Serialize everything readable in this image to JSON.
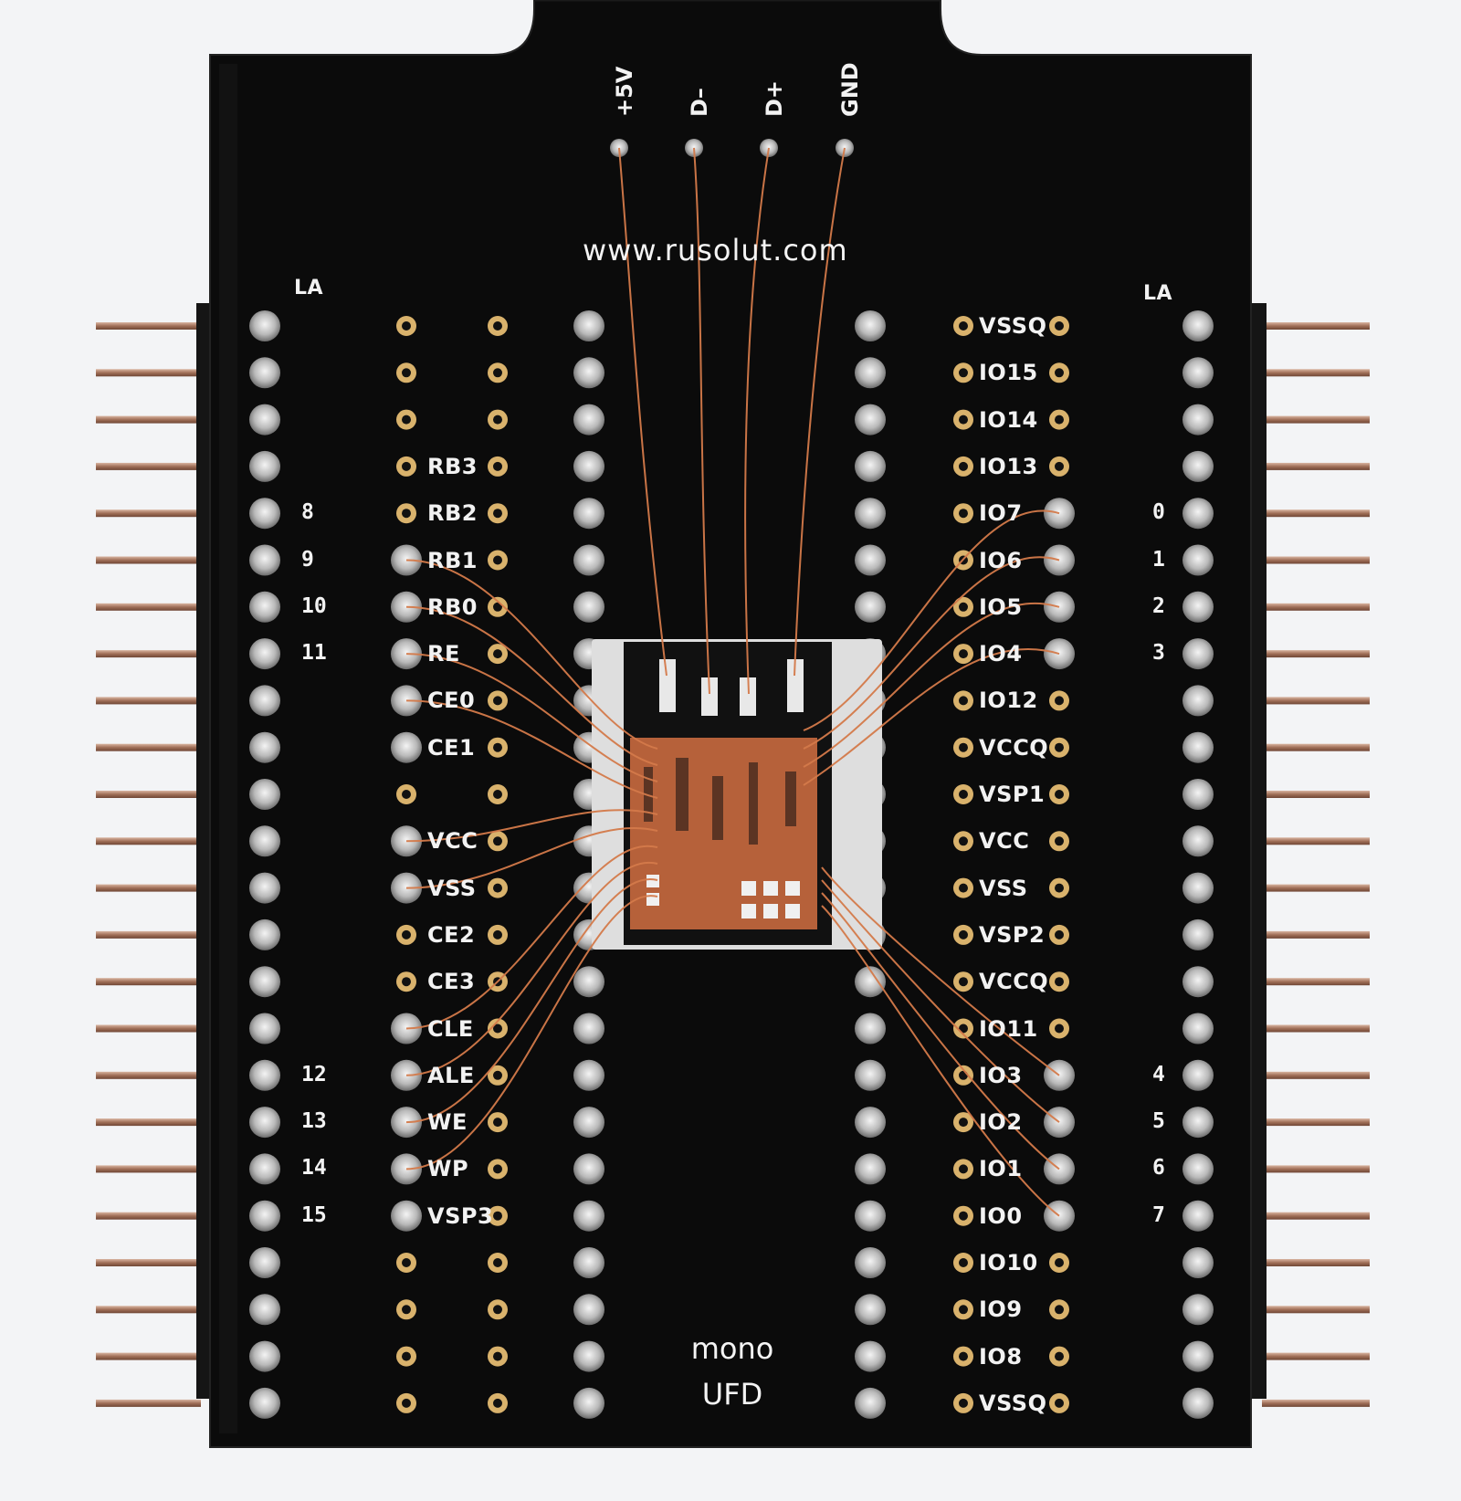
{
  "board": {
    "url": "www.rusolut.com",
    "brand_line1": "mono",
    "brand_line2": "UFD",
    "la_left": "LA",
    "la_right": "LA",
    "usb_pads": [
      "+5V",
      "D–",
      "D+",
      "GND"
    ]
  },
  "left_signals": [
    "",
    "",
    "",
    "RB3",
    "RB2",
    "RB1",
    "RB0",
    "RE",
    "CE0",
    "CE1",
    "",
    "VCC",
    "VSS",
    "CE2",
    "CE3",
    "CLE",
    "ALE",
    "WE",
    "WP",
    "VSP3",
    "",
    "",
    "",
    ""
  ],
  "left_numbers": [
    "",
    "",
    "",
    "",
    "8",
    "9",
    "10",
    "11",
    "",
    "",
    "",
    "",
    "",
    "",
    "",
    "",
    "12",
    "13",
    "14",
    "15",
    "",
    "",
    "",
    ""
  ],
  "right_signals": [
    "VSSQ",
    "IO15",
    "IO14",
    "IO13",
    "IO7",
    "IO6",
    "IO5",
    "IO4",
    "IO12",
    "VCCQ",
    "VSP1",
    "VCC",
    "VSS",
    "VSP2",
    "VCCQ",
    "IO11",
    "IO3",
    "IO2",
    "IO1",
    "IO0",
    "IO10",
    "IO9",
    "IO8",
    "VSSQ"
  ],
  "right_numbers": [
    "",
    "",
    "",
    "",
    "0",
    "1",
    "2",
    "3",
    "",
    "",
    "",
    "",
    "",
    "",
    "",
    "",
    "4",
    "5",
    "6",
    "7",
    "",
    "",
    "",
    ""
  ],
  "colors": {
    "board": "#0b0b0b",
    "copper": "#c46a3c",
    "gold": "#d7b06a",
    "pin": "#b58c78",
    "silk": "#f2f2f2"
  }
}
